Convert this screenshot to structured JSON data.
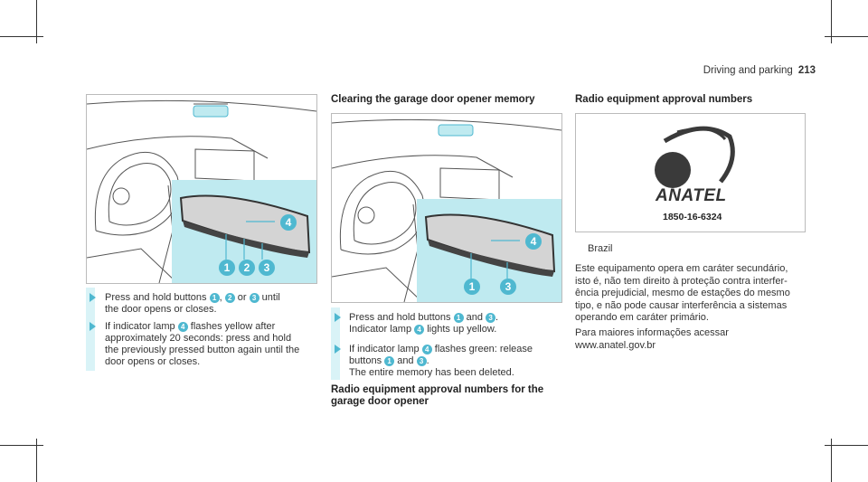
{
  "header": {
    "section": "Driving and parking",
    "page": "213"
  },
  "col1": {
    "steps": [
      {
        "text_a": "Press and hold buttons ",
        "b1": "1",
        "sep1": ", ",
        "b2": "2",
        "sep2": " or ",
        "b3": "3",
        "text_b": " until",
        "line2": "the door opens or closes."
      },
      {
        "text_a": "If indicator lamp ",
        "b4": "4",
        "text_b": " flashes yellow after",
        "line2": "approximately 20 seconds: press and hold",
        "line3": "the previously pressed button again until the",
        "line4": "door opens or closes."
      }
    ],
    "callouts": [
      "1",
      "2",
      "3",
      "4"
    ]
  },
  "col2": {
    "title": "Clearing the garage door opener memory",
    "steps": [
      {
        "text_a": "Press and hold buttons ",
        "b1": "1",
        "mid": " and ",
        "b3": "3",
        "end": ".",
        "line2a": "Indicator lamp ",
        "b4": "4",
        "line2b": " lights up yellow."
      },
      {
        "text_a": "If indicator lamp ",
        "b4": "4",
        "text_b": " flashes green: release",
        "line2a": "buttons ",
        "b1": "1",
        "mid": " and ",
        "b3": "3",
        "end": ".",
        "line3": "The entire memory has been deleted."
      }
    ],
    "subtitle_line1": "Radio equipment approval numbers for the",
    "subtitle_line2": "garage door opener",
    "callouts": [
      "1",
      "3",
      "4"
    ]
  },
  "col3": {
    "title": "Radio equipment approval numbers",
    "logo_text": "ANATEL",
    "approval_number": "1850-16-6324",
    "country": "Brazil",
    "para1": [
      "Este equipamento opera em caráter secundário,",
      "isto é, não tem direito à proteção contra interfer-",
      "ência prejudicial, mesmo de estações do mesmo",
      "tipo, e não pode causar interferência a sistemas",
      "operando em caráter primário."
    ],
    "para2": [
      "Para maiores informações acessar",
      "www.anatel.gov.br"
    ]
  },
  "colors": {
    "accent": "#4fb8d0",
    "panel": "#bfeaf0",
    "bar": "#d9f3f7"
  }
}
